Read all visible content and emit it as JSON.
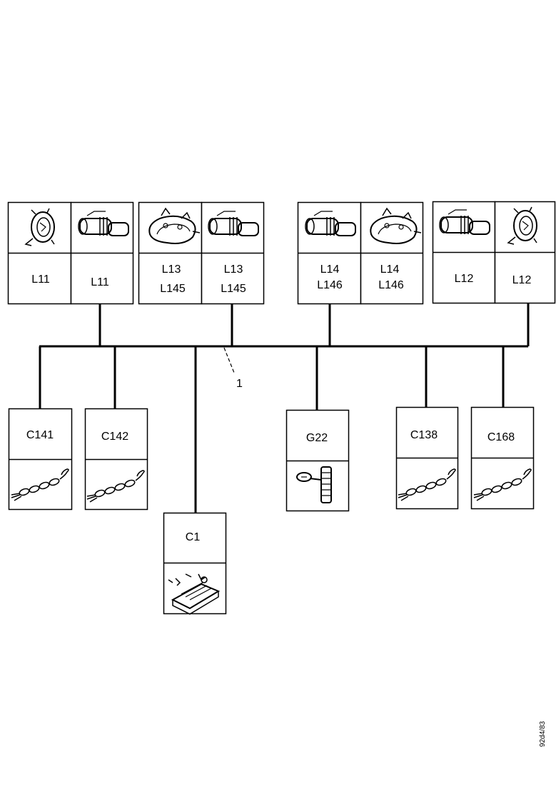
{
  "harness": {
    "callout": "1",
    "drawing_code": "92d4/83"
  },
  "top_connectors": [
    {
      "id": "L11",
      "lines": [
        "L11"
      ],
      "icon": "lamp-socket-icon"
    },
    {
      "id": "L11b",
      "lines": [
        "L11"
      ],
      "icon": "motor-connector-icon"
    },
    {
      "id": "L13a",
      "lines": [
        "L13",
        "L145"
      ],
      "icon": "housing-connector-icon"
    },
    {
      "id": "L13b",
      "lines": [
        "L13",
        "L145"
      ],
      "icon": "motor-connector-icon"
    },
    {
      "id": "L14a",
      "lines": [
        "L14",
        "L146"
      ],
      "icon": "motor-connector-icon"
    },
    {
      "id": "L14b",
      "lines": [
        "L14",
        "L146"
      ],
      "icon": "housing-connector-icon"
    },
    {
      "id": "L12a",
      "lines": [
        "L12"
      ],
      "icon": "motor-connector-icon"
    },
    {
      "id": "L12b",
      "lines": [
        "L12"
      ],
      "icon": "lamp-socket-icon"
    }
  ],
  "bottom_components": [
    {
      "id": "C141",
      "label": "C141",
      "icon": "splice-wire-icon"
    },
    {
      "id": "C142",
      "label": "C142",
      "icon": "splice-wire-icon"
    },
    {
      "id": "C1",
      "label": "C1",
      "icon": "multi-pin-connector-icon"
    },
    {
      "id": "G22",
      "label": "G22",
      "icon": "ground-bolt-icon"
    },
    {
      "id": "C138",
      "label": "C138",
      "icon": "splice-wire-icon"
    },
    {
      "id": "C168",
      "label": "C168",
      "icon": "splice-wire-icon"
    }
  ]
}
